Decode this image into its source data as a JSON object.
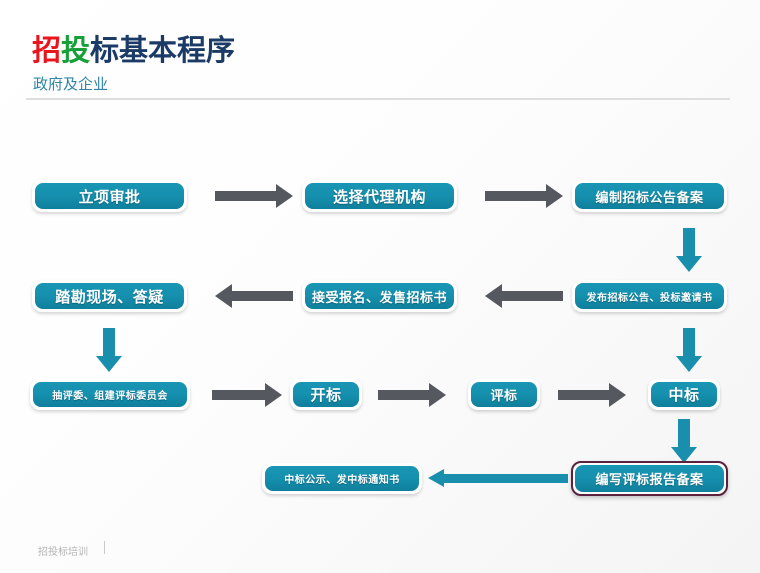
{
  "header": {
    "title_part1": "招",
    "title_part2": "投",
    "title_part3": "标基本程序",
    "title_full": "招投标基本程序",
    "subtitle": "政府及企业",
    "title_color1": "#e8171f",
    "title_color2": "#17a03a",
    "title_color3": "#1b3b66",
    "subtitle_color": "#2e85a6"
  },
  "footer": {
    "text": "招投标培训",
    "separator": "|"
  },
  "theme": {
    "node_fill": "#1590ae",
    "node_text": "#ffffff",
    "gray_arrow": "#55585e",
    "teal_arrow": "#1a8fad",
    "selected_border": "#5b2240",
    "rule": "#dedede"
  },
  "flow": {
    "nodes": [
      {
        "id": "n1",
        "label": "立项审批",
        "size": "lg",
        "selected": false
      },
      {
        "id": "n2",
        "label": "选择代理机构",
        "size": "lg",
        "selected": false
      },
      {
        "id": "n3",
        "label": "编制招标公告备案",
        "size": "md",
        "selected": false
      },
      {
        "id": "n4",
        "label": "发布招标公告、投标邀请书",
        "size": "sm",
        "selected": false
      },
      {
        "id": "n5",
        "label": "接受报名、发售招标书",
        "size": "md",
        "selected": false
      },
      {
        "id": "n6",
        "label": "踏勘现场、答疑",
        "size": "lg",
        "selected": false
      },
      {
        "id": "n7",
        "label": "抽评委、组建评标委员会",
        "size": "sm",
        "selected": false
      },
      {
        "id": "n8",
        "label": "开标",
        "size": "lg",
        "selected": false
      },
      {
        "id": "n9",
        "label": "评标",
        "size": "md",
        "selected": false
      },
      {
        "id": "n10",
        "label": "中标",
        "size": "lg",
        "selected": false
      },
      {
        "id": "n11",
        "label": "编写评标报告备案",
        "size": "md",
        "selected": true
      },
      {
        "id": "n12",
        "label": "中标公示、发中标通知书",
        "size": "sm",
        "selected": false
      }
    ],
    "connectors": [
      {
        "id": "a1",
        "kind": "gray-arrow-right",
        "from": "n1",
        "to": "n2"
      },
      {
        "id": "a2",
        "kind": "gray-arrow-right",
        "from": "n2",
        "to": "n3"
      },
      {
        "id": "a3",
        "kind": "teal-arrow-down",
        "from": "n3",
        "to": "n4"
      },
      {
        "id": "a4",
        "kind": "gray-arrow-left",
        "from": "n4",
        "to": "n5"
      },
      {
        "id": "a5",
        "kind": "gray-arrow-left",
        "from": "n5",
        "to": "n6"
      },
      {
        "id": "a6",
        "kind": "teal-arrow-down",
        "from": "n6",
        "to": "n7"
      },
      {
        "id": "a7",
        "kind": "gray-arrow-right",
        "from": "n7",
        "to": "n8"
      },
      {
        "id": "a8",
        "kind": "gray-arrow-right",
        "from": "n8",
        "to": "n9"
      },
      {
        "id": "a9",
        "kind": "gray-arrow-right",
        "from": "n9",
        "to": "n10"
      },
      {
        "id": "a10",
        "kind": "teal-arrow-down",
        "from": "n10",
        "to": "n11"
      },
      {
        "id": "a11",
        "kind": "teal-arrow-left",
        "from": "n11",
        "to": "n12"
      }
    ]
  }
}
